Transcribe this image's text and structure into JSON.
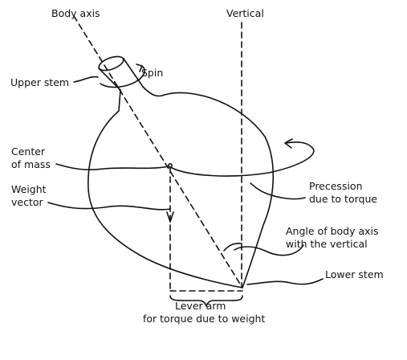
{
  "diagram": {
    "labels": {
      "body_axis": "Body axis",
      "vertical": "Vertical",
      "upper_stem": "Upper stem",
      "spin": "Spin",
      "center_of_mass_1": "Center",
      "center_of_mass_2": "of mass",
      "weight_vector_1": "Weight",
      "weight_vector_2": "vector",
      "precession_1": "Precession",
      "precession_2": "due to torque",
      "angle_1": "Angle of body axis",
      "angle_2": "with the vertical",
      "lower_stem": "Lower stem",
      "lever_arm_1": "Lever arm",
      "lever_arm_2": "for torque due to weight"
    },
    "colors": {
      "ink": "#111111",
      "background": "#ffffff"
    }
  }
}
